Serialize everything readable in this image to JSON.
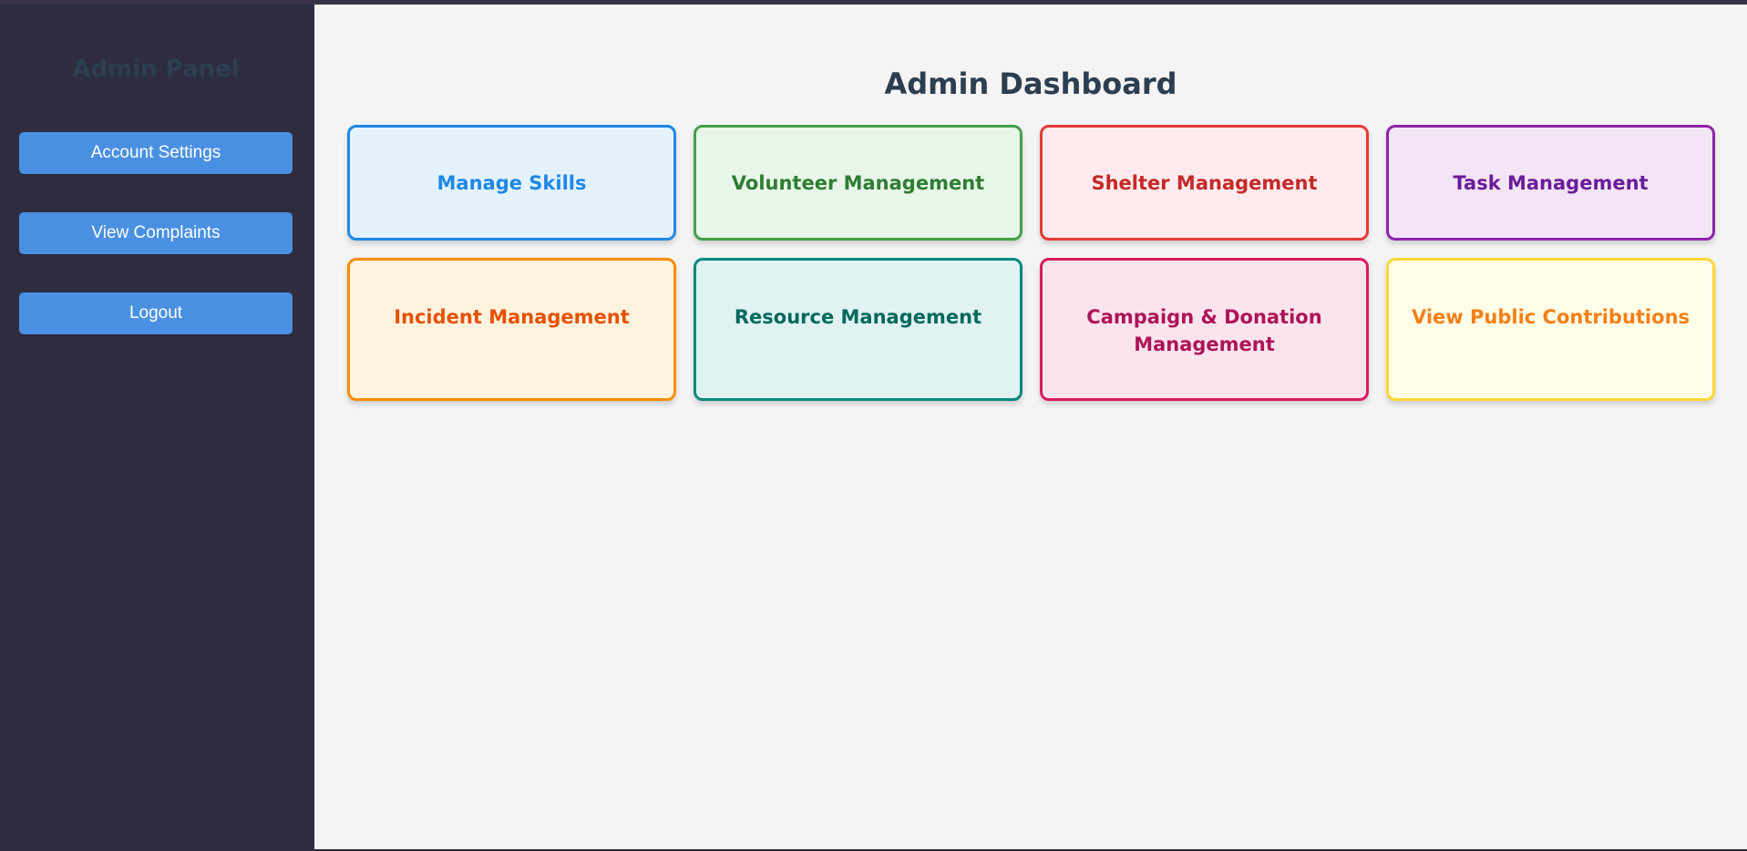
{
  "sidebar": {
    "title": "Admin Panel",
    "buttons": [
      {
        "label": "Account Settings"
      },
      {
        "label": "View Complaints"
      },
      {
        "label": "Logout"
      }
    ]
  },
  "main": {
    "title": "Admin Dashboard",
    "cards": [
      {
        "label": "Manage Skills",
        "color": "#1e88e5"
      },
      {
        "label": "Volunteer Management",
        "color": "#43a047"
      },
      {
        "label": "Shelter Management",
        "color": "#e53935"
      },
      {
        "label": "Task Management",
        "color": "#8e24aa"
      },
      {
        "label": "Incident Management",
        "color": "#fb8c00"
      },
      {
        "label": "Resource Management",
        "color": "#00897b"
      },
      {
        "label": "Campaign & Donation Management",
        "color": "#d81b60"
      },
      {
        "label": "View Public Contributions",
        "color": "#fdd835"
      }
    ]
  },
  "colors": {
    "sidebar_bg": "#2e2d40",
    "main_bg": "#f4f4f4",
    "button_bg": "#4a90e2",
    "title_text": "#2c3e50"
  }
}
